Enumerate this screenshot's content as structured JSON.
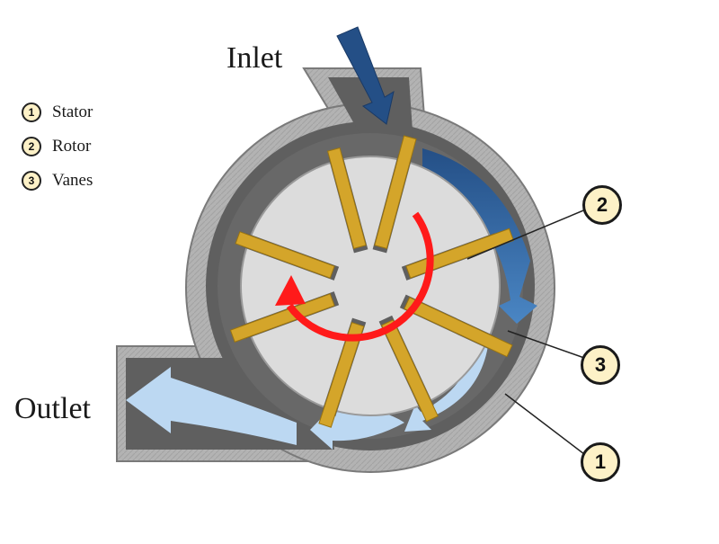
{
  "labels": {
    "inlet": "Inlet",
    "outlet": "Outlet"
  },
  "legend": [
    {
      "number": "1",
      "text": "Stator"
    },
    {
      "number": "2",
      "text": "Rotor"
    },
    {
      "number": "3",
      "text": "Vanes"
    }
  ],
  "callouts": {
    "stator": "1",
    "rotor": "2",
    "vanes": "3"
  },
  "colors": {
    "stator_shell": "#a9a9a9",
    "stator_dark": "#5f5f5f",
    "rotor": "#dcdcdc",
    "vane": "#d4a52a",
    "rotation_arrow": "#ff1a1a",
    "inlet_flow": "#2b5f9a",
    "outlet_flow": "#bcd8f2",
    "callout_fill": "#fdf1c7"
  }
}
